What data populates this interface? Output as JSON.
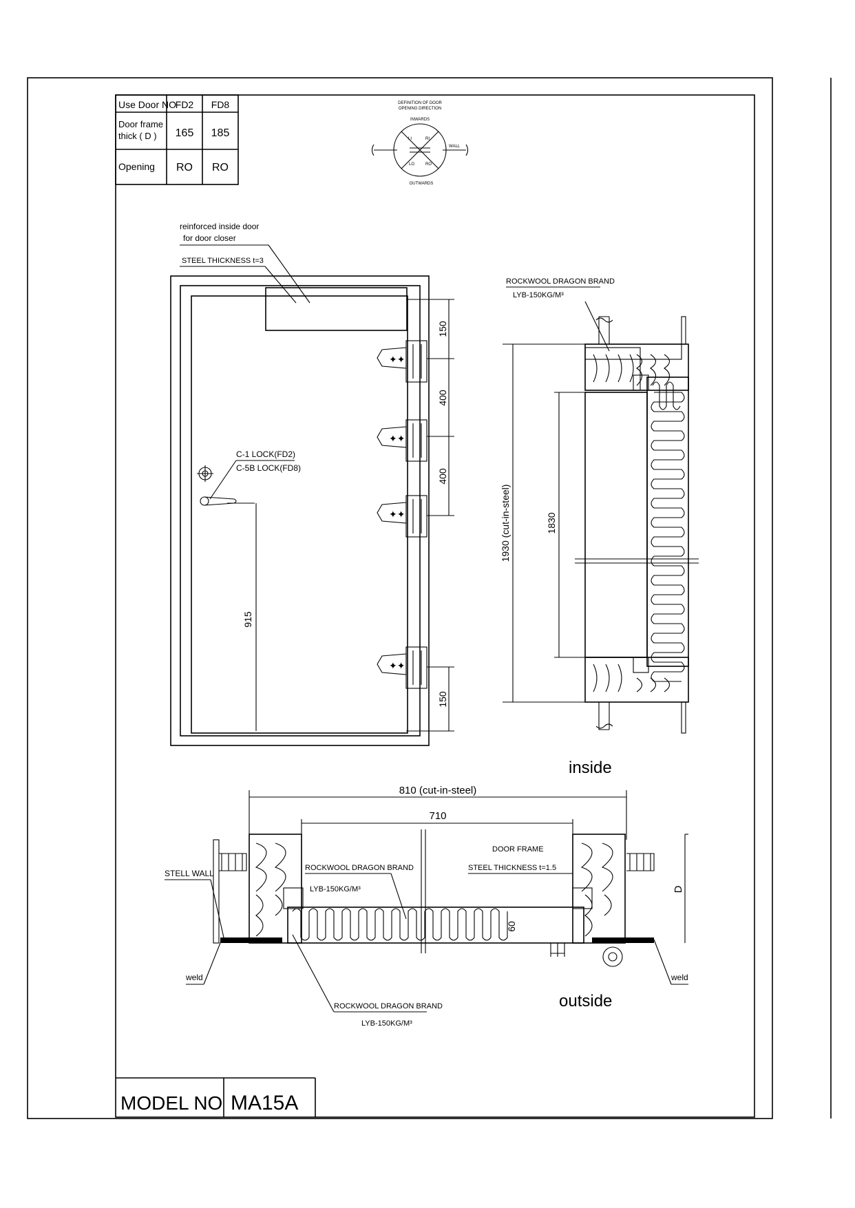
{
  "table": {
    "headers": [
      "Use Door NO",
      "FD2",
      "FD8"
    ],
    "rows": [
      {
        "label_line1": "Door frame",
        "label_line2": "thick ( D )",
        "values": [
          "165",
          "185"
        ]
      },
      {
        "label": "Opening",
        "values": [
          "RO",
          "RO"
        ]
      }
    ]
  },
  "direction_diagram": {
    "title_line1": "DEFINITION OF DOOR",
    "title_line2": "OPENING DIRECTION",
    "inwards": "INWARDS",
    "outwards": "OUTWARDS",
    "wall": "WALL",
    "quadrants": [
      "LI",
      "RI",
      "LO",
      "RO"
    ]
  },
  "elevation": {
    "reinforced_line1": "reinforced inside door",
    "reinforced_line2": "for door closer",
    "steel_thickness": "STEEL THICKNESS t=3",
    "lock_fd2": "C-1 LOCK(FD2)",
    "lock_fd8": "C-5B LOCK(FD8)",
    "dim_hinge_dims": [
      "150",
      "400",
      "400",
      "150"
    ],
    "dim_lock_height": "915"
  },
  "vertical_section": {
    "rockwool_label": "ROCKWOOL DRAGON BRAND",
    "rockwool_spec": "LYB-150KG/M³",
    "dim_cut": "1930 (cut-in-steel)",
    "dim_clear": "1830",
    "inside_label": "inside"
  },
  "horizontal_section": {
    "dim_cut": "810 (cut-in-steel)",
    "dim_clear": "710",
    "stell_wall": "STELL WALL",
    "rockwool_label": "ROCKWOOL DRAGON BRAND",
    "rockwool_spec": "LYB-150KG/M³",
    "door_frame": "DOOR FRAME",
    "frame_thickness": "STEEL THICKNESS t=1.5",
    "dim_d": "D",
    "dim_60": "60",
    "weld_left": "weld",
    "weld_right": "weld",
    "bottom_rockwool_label": "ROCKWOOL DRAGON BRAND",
    "bottom_rockwool_spec": "LYB-150KG/M³",
    "outside_label": "outside"
  },
  "title_block": {
    "model_label": "MODEL NO",
    "model_value": "MA15A"
  }
}
